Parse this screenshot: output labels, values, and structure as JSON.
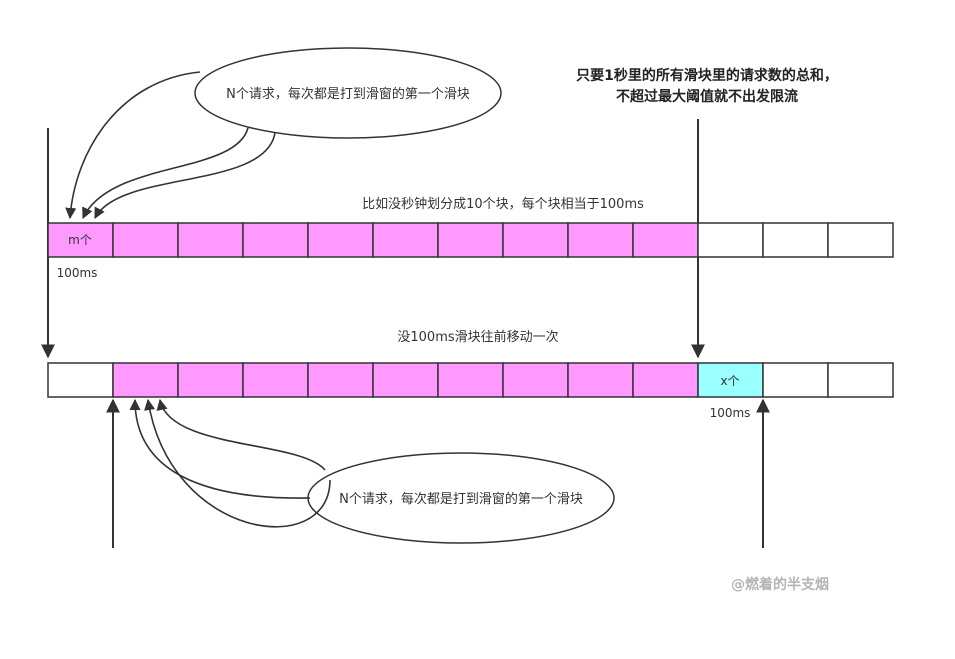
{
  "top_note": {
    "line1": "只要1秒里的所有滑块里的请求数的总和，",
    "line2": "不超过最大阈值就不出发限流"
  },
  "bubble_top": {
    "text": "N个请求，每次都是打到滑窗的第一个滑块"
  },
  "bubble_bottom": {
    "text": "N个请求，每次都是打到滑窗的第一个滑块"
  },
  "row1": {
    "caption": "比如没秒钟划分成10个块，每个块相当于100ms",
    "first_cell_label": "m个",
    "first_cell_duration": "100ms"
  },
  "row2": {
    "caption": "没100ms滑块往前移动一次",
    "new_cell_label": "x个",
    "new_cell_duration": "100ms"
  },
  "watermark": "@燃着的半支烟",
  "colors": {
    "window_cell": "#ff99ff",
    "new_cell": "#99ffff",
    "empty_cell": "#ffffff"
  }
}
